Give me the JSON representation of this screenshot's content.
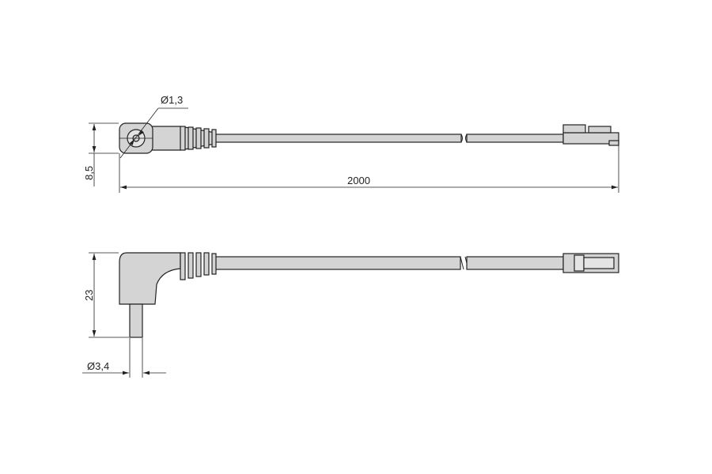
{
  "dimensions": {
    "pin_diameter": "Ø1,3",
    "height_top": "8,5",
    "cable_length": "2000",
    "height_side": "23",
    "plug_diameter": "Ø3,4"
  },
  "colors": {
    "part_fill": "#d4d4d4",
    "line": "#222222"
  }
}
